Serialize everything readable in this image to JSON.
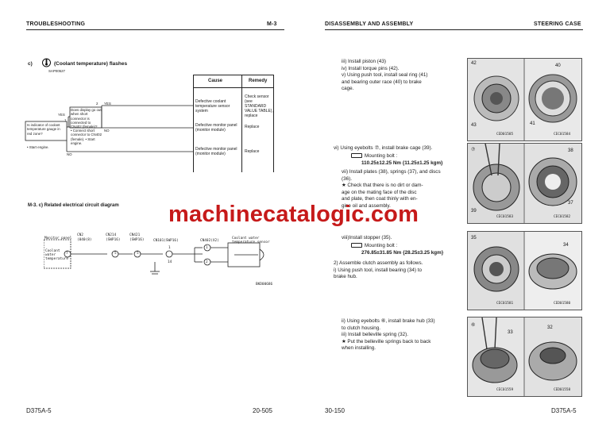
{
  "left_page": {
    "header_left": "TROUBLESHOOTING",
    "header_right": "M-3",
    "section_letter": "c)",
    "section_title": "(Coolant temperature) flashes",
    "image_code": "SAP00527",
    "table": {
      "col_cause": "Cause",
      "col_remedy": "Remedy",
      "rows": [
        {
          "cause": "Defective coolant temperature sensor system",
          "remedy": "Check sensor (see STANDARD VALUE TABLE), replace"
        },
        {
          "cause": "Defective monitor panel (monitor module)",
          "remedy": "Replace"
        },
        {
          "cause": "Defective monitor panel (monitor module)",
          "remedy": "Replace"
        }
      ]
    },
    "flow": {
      "box1": "Is indicator of coolant temperature gauge in red zone?",
      "box1_note": "• Start engine.",
      "box2": "Does display go out when short connector is connected to CN402 (female)?",
      "box2_note": "• Connect short connector to CN402 (female). • Start engine.",
      "num1": "1",
      "num2": "2",
      "yes1": "YES",
      "yes2": "YES",
      "no1": "NO",
      "no2": "NO"
    },
    "circuit_title": "M-3. c) Related electrical circuit diagram",
    "circuit": {
      "monitor_panel": "Monitor panel",
      "cn2": "CN2",
      "cn2_sub": "(040(8)",
      "cn214": "CN214",
      "cn214_sub": "(SWP16)",
      "cn421": "CN421",
      "cn421_sub": "(SWP16)",
      "cn101": "CN101(SWP16)",
      "cn402": "CN402(X2)",
      "coolant_left": "Coolant water temperature",
      "sensor": "Coolant water temperature sensor",
      "pin_a": "7",
      "pin_b": "5",
      "pin_c": "5",
      "pin_d": "1",
      "pin_e": "14",
      "pin_f": "1",
      "pin_g": "2",
      "code": "BKD00686"
    },
    "footer_left": "D375A-5",
    "footer_right": "20-505"
  },
  "right_page": {
    "header_left": "DISASSEMBLY AND ASSEMBLY",
    "header_right": "STEERING CASE",
    "steps_a": [
      "iii)  Install piston (43)",
      "iv)  Install torque pins (42).",
      "v)   Using push tool, install seal ring (41)",
      "      and bearing outer race (40) to brake",
      "      cage."
    ],
    "step_vi": "vi)  Using eyebolts ⑦, install brake cage (39).",
    "bolt_label_1": "Mounting bolt :",
    "bolt_value_1": "110.25±12.25 Nm {11.25±1.25 kgm}",
    "steps_vii": [
      "vii) Install plates (38), springs (37), and discs",
      "      (36).",
      "      ★  Check that there is no dirt or dam-",
      "          age on the mating face of the disc",
      "          and plate, then coat thinly with en-",
      "          gine oil and assembly."
    ],
    "step_viii": "viii)Install stopper (35).",
    "bolt_label_2": "Mounting bolt :",
    "bolt_value_2": "276.85±31.85 Nm {28.25±3.25 kgm}",
    "steps_2": [
      "2)  Assemble clutch assembly as follows.",
      "     i)   Using push tool, install bearing (34) to",
      "          brake hub."
    ],
    "steps_3": [
      "ii)  Using eyebolts ⑥, install brake hub (33)",
      "      to clutch housing.",
      "iii)  Install belleville spring (32).",
      "      ★  Put the belleville springs back to back",
      "          when installing."
    ],
    "photos": [
      {
        "label_a": "42",
        "label_b": "40",
        "label_c": "43",
        "label_d": "41",
        "code_a": "CED01585",
        "code_b": "CEC01584"
      },
      {
        "label_a": "⑦",
        "label_b": "38",
        "label_c": "39",
        "label_d": "37",
        "code_a": "CEC01583",
        "code_b": "CEC01582"
      },
      {
        "label_a": "35",
        "label_b": "34",
        "code_a": "CEC01581",
        "code_b": "CED01580"
      },
      {
        "label_a": "⑥",
        "label_b": "33",
        "label_c": "32",
        "code_a": "CEC01559",
        "code_b": "CED01558"
      }
    ],
    "footer_left": "30-150",
    "footer_right": "D375A-5"
  },
  "watermark": "machinecatalogic.com"
}
